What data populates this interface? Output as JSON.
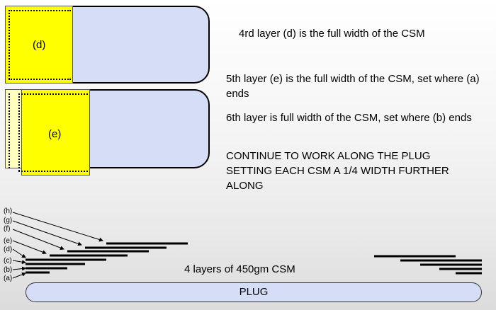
{
  "labels": {
    "d": "(d)",
    "e": "(e)"
  },
  "text": {
    "layer4": "4rd layer (d) is the full width of the CSM",
    "layer5": "5th layer (e) is the full width of the CSM, set where (a) ends",
    "layer6": "6th layer is full width of the CSM, set where (b) ends",
    "continue": "CONTINUE TO WORK ALONG THE PLUG SETTING EACH CSM A 1/4 WIDTH FURTHER ALONG",
    "four_layers": "4 layers of 450gm CSM",
    "plug": "PLUG"
  },
  "side_labels": [
    "(h)",
    "(g)",
    "(f)",
    "(e)",
    "(d)",
    "(c)",
    "(b)",
    "(a)"
  ]
}
